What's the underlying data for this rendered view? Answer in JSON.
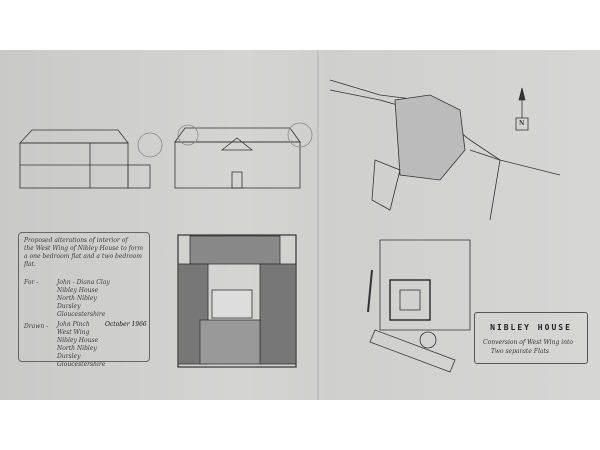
{
  "notes": {
    "heading": [
      "Proposed alterations of interior of",
      "the West Wing of Nibley House to form",
      "a one bedroom flat and a two bedroom",
      "flat."
    ],
    "for_label": "For -",
    "for_lines": [
      "John - Diana Clay",
      "Nibley House",
      "North Nibley",
      "Dursley",
      "Gloucestershire"
    ],
    "drawn_label": "Drawn -",
    "drawn_lines": [
      "John Pinch",
      "West Wing",
      "Nibley House",
      "North Nibley",
      "Dursley",
      "Gloucestershire"
    ],
    "date": "October 1966"
  },
  "title_block": {
    "title": "NIBLEY HOUSE",
    "subtitle_lines": [
      "Conversion of West Wing into",
      "Two separate Flats"
    ]
  },
  "north_label": "N",
  "colors": {
    "paper": "#d0d0cd",
    "ink": "#333333"
  }
}
